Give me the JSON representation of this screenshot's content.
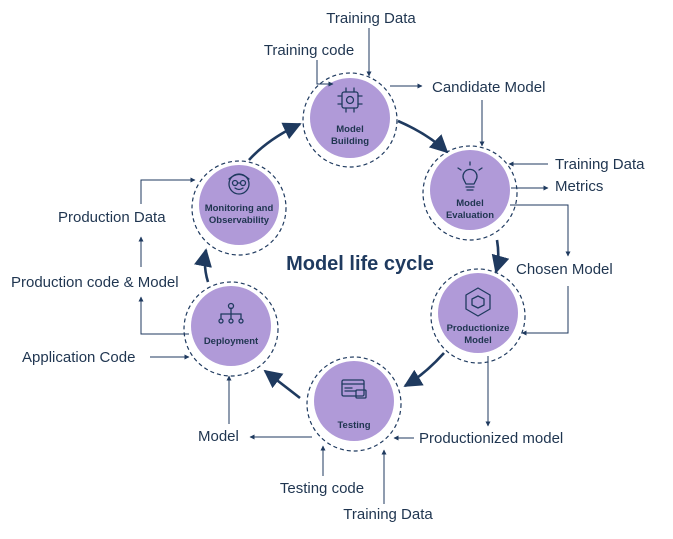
{
  "title": "Model life cycle",
  "stages": {
    "model_building": [
      "Model",
      "Building"
    ],
    "model_evaluation": [
      "Model",
      "Evaluation"
    ],
    "productionize_model": [
      "Productionize",
      "Model"
    ],
    "testing": [
      "Testing"
    ],
    "deployment": [
      "Deployment"
    ],
    "monitoring": [
      "Monitoring and",
      "Observability"
    ]
  },
  "labels": {
    "training_data_top": "Training Data",
    "training_code": "Training code",
    "candidate_model": "Candidate Model",
    "training_data_eval": "Training Data",
    "metrics": "Metrics",
    "chosen_model": "Chosen Model",
    "productionized_model": "Productionized model",
    "model_out": "Model",
    "testing_code": "Testing code",
    "training_data_bottom": "Training Data",
    "application_code": "Application Code",
    "production_code_model": "Production code & Model",
    "production_data": "Production Data"
  },
  "icons": {
    "model_building": "chip-gear-icon",
    "model_evaluation": "lightbulb-icon",
    "productionize_model": "hexagon-cube-icon",
    "testing": "code-window-icon",
    "deployment": "hierarchy-icon",
    "monitoring": "monitoring-face-icon"
  },
  "colors": {
    "node_fill": "#b09ad8",
    "stroke": "#1f3a5f",
    "text": "#1f3550"
  }
}
